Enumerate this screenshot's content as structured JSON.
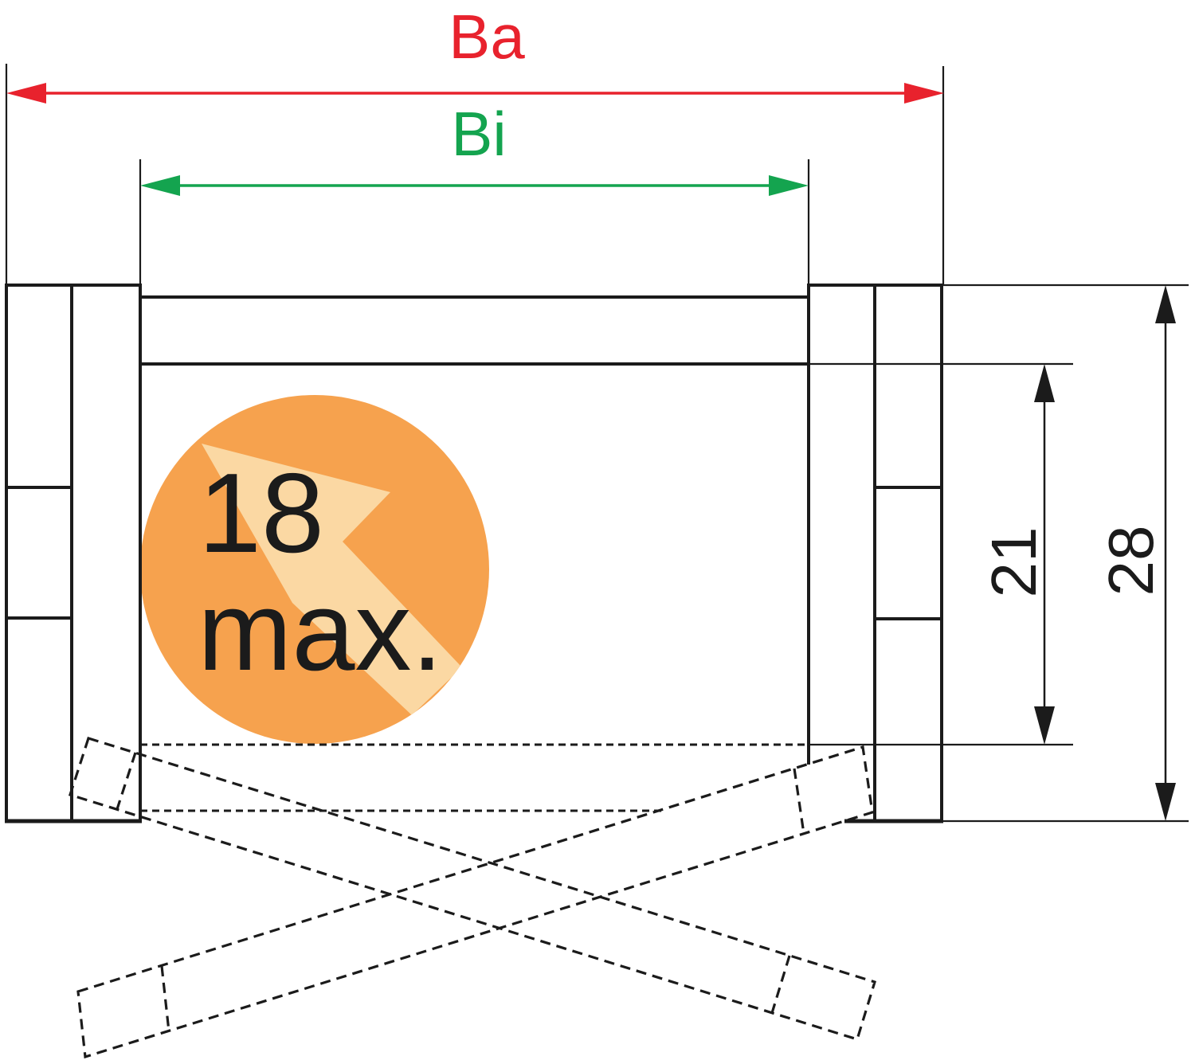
{
  "drawing": {
    "title": "cable-carrier cross-section dimension drawing",
    "dimensions": {
      "outer_width_label": "Ba",
      "inner_width_label": "Bi",
      "inner_height_value": "21",
      "outer_height_value": "28"
    },
    "badge": {
      "max_value": "18",
      "max_suffix": "max."
    },
    "colors": {
      "outer_width_red": "#e8222d",
      "inner_width_green": "#14a44f",
      "badge_orange": "#f6a24e",
      "badge_light_orange": "#fbd8a3",
      "ink": "#1b1b1b"
    }
  }
}
